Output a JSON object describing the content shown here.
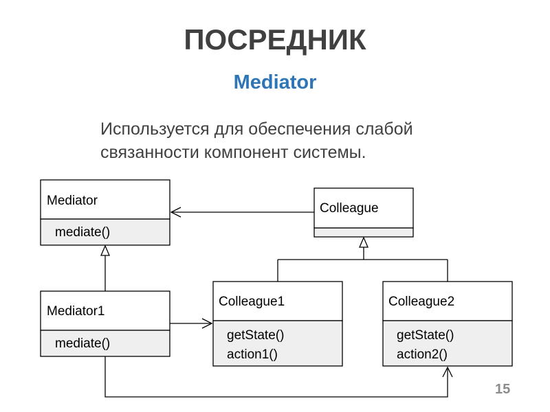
{
  "slide": {
    "title": "ПОСРЕДНИК",
    "subtitle": "Mediator",
    "description_lines": [
      "Используется для обеспечения слабой",
      "связанности компонент системы."
    ],
    "page_number": "15"
  },
  "diagram": {
    "classes": {
      "mediator": {
        "name": "Mediator",
        "methods": [
          "mediate()"
        ]
      },
      "mediator1": {
        "name": "Mediator1",
        "methods": [
          "mediate()"
        ]
      },
      "colleague": {
        "name": "Colleague",
        "methods": []
      },
      "colleague1": {
        "name": "Colleague1",
        "methods": [
          "getState()",
          "action1()"
        ]
      },
      "colleague2": {
        "name": "Colleague2",
        "methods": [
          "getState()",
          "action2()"
        ]
      }
    },
    "colors": {
      "box_fill": "#ffffff",
      "methods_fill": "#efefef",
      "stroke": "#000000"
    }
  }
}
